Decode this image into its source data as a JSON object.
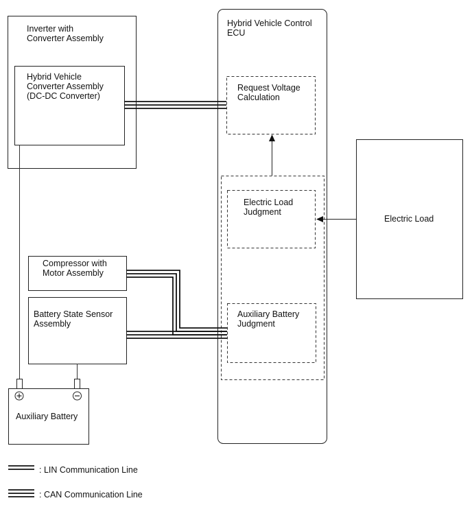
{
  "blocks": {
    "inverter": "Inverter with\nConverter Assembly",
    "dcdc": "Hybrid Vehicle\nConverter Assembly\n(DC-DC Converter)",
    "hv_ecu": "Hybrid Vehicle Control\nECU",
    "request_voltage": "Request Voltage\nCalculation",
    "electric_load_judgment": "Electric Load\nJudgment",
    "aux_battery_judgment": "Auxiliary Battery\nJudgment",
    "electric_load": "Electric Load",
    "compressor": "Compressor with\nMotor Assembly",
    "battery_sensor": "Battery State Sensor\nAssembly",
    "aux_battery": "Auxiliary Battery",
    "terminal_positive": "+",
    "terminal_negative": "−"
  },
  "legend": {
    "lin": ": LIN Communication Line",
    "can": ": CAN Communication Line"
  }
}
